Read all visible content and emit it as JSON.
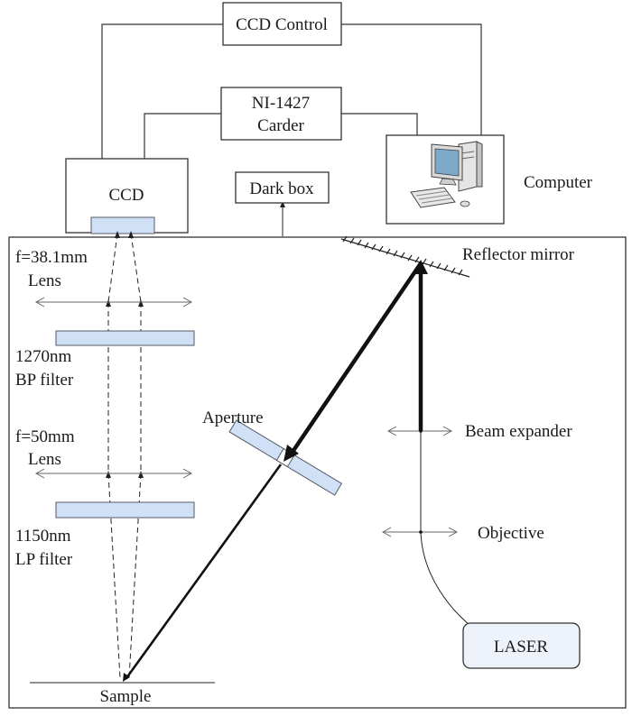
{
  "labels": {
    "ccd_control": "CCD Control",
    "ni_line1": "NI-1427",
    "ni_line2": "Carder",
    "computer": "Computer",
    "ccd": "CCD",
    "dark_box": "Dark box",
    "reflector_mirror": "Reflector mirror",
    "lens1_line1": "f=38.1mm",
    "lens1_line2": "Lens",
    "filter1_line1": "1270nm",
    "filter1_line2": "BP filter",
    "lens2_line1": "f=50mm",
    "lens2_line2": "Lens",
    "filter2_line1": "1150nm",
    "filter2_line2": "LP filter",
    "aperture": "Aperture",
    "beam_expander": "Beam expander",
    "objective": "Objective",
    "laser": "LASER",
    "sample": "Sample"
  },
  "colors": {
    "filter_fill": "#cfe0f7",
    "line": "#333333",
    "beam": "#111111"
  },
  "icons": {
    "computer": "desktop-computer-icon"
  }
}
